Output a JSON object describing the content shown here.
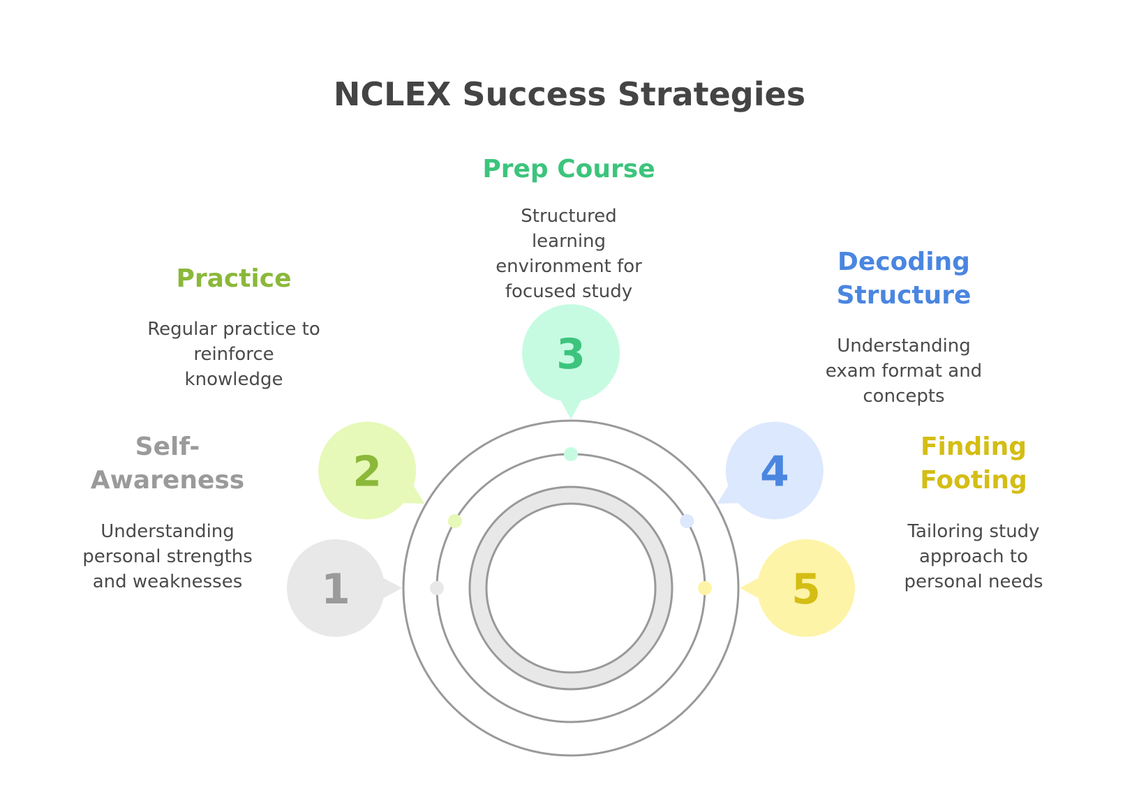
{
  "title": "NCLEX Success Strategies",
  "steps": [
    {
      "number": "1",
      "title": "Self-\nAwareness",
      "description": "Understanding\npersonal strengths\nand weaknesses",
      "accent": "#9a9a9a",
      "fill": "#e8e8e8"
    },
    {
      "number": "2",
      "title": "Practice",
      "description": "Regular practice to\nreinforce\nknowledge",
      "accent": "#8bb83a",
      "fill": "#e6f9b8"
    },
    {
      "number": "3",
      "title": "Prep Course",
      "description": "Structured\nlearning\nenvironment for\nfocused study",
      "accent": "#3cc47c",
      "fill": "#c6fbe2"
    },
    {
      "number": "4",
      "title": "Decoding\nStructure",
      "description": "Understanding\nexam format and\nconcepts",
      "accent": "#4a86e0",
      "fill": "#dce8fd"
    },
    {
      "number": "5",
      "title": "Finding\nFooting",
      "description": "Tailoring study\napproach to\npersonal needs",
      "accent": "#d4bd14",
      "fill": "#fdf4a8"
    }
  ]
}
